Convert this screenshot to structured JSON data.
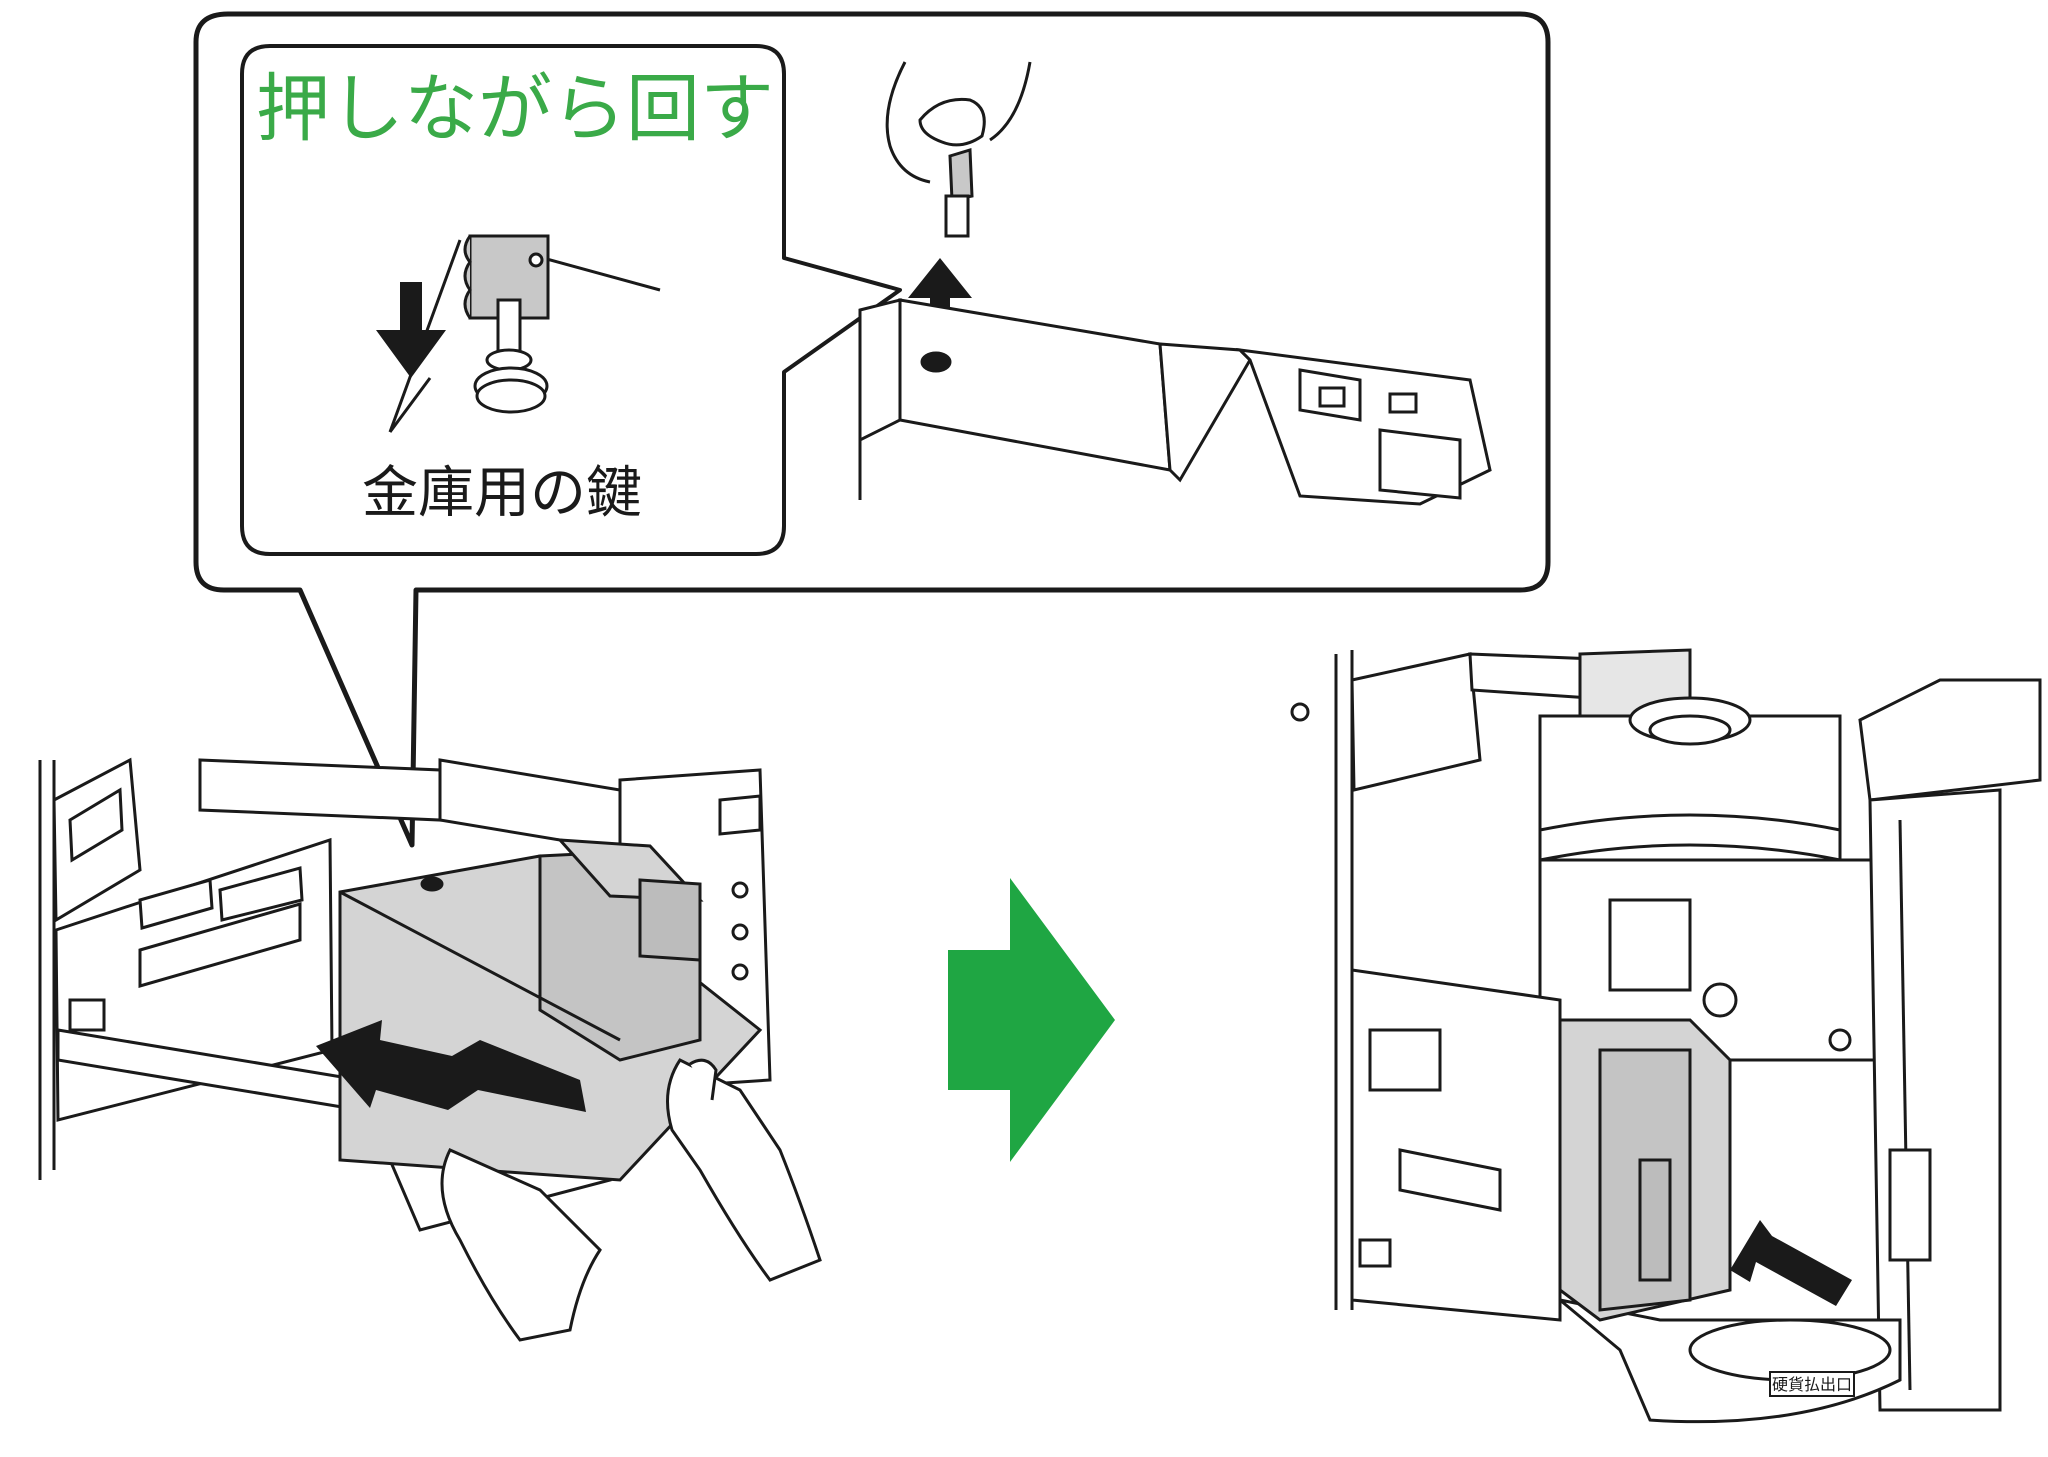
{
  "callout": {
    "instruction": "押しながら回す",
    "key_label": "金庫用の鍵"
  },
  "machine_right": {
    "slot_label": "硬貨払出口"
  },
  "colors": {
    "instruction_green": "#3aaa48",
    "arrow_green": "#1fa643",
    "line": "#1a1a1a",
    "part_gray": "#d4d4d4",
    "key_gray": "#c8c8c8"
  }
}
